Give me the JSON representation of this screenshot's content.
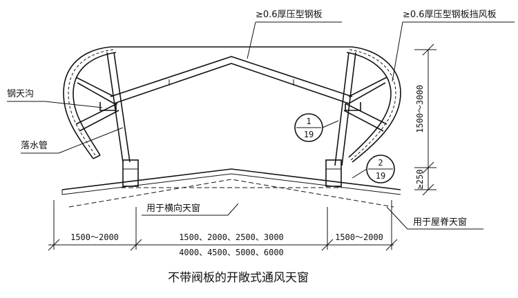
{
  "labels": {
    "top_plate": "≥0.6厚压型钢板",
    "wind_plate": "≥0.6厚压型钢板挡风板",
    "gutter": "钢天沟",
    "downpipe": "落水管",
    "lateral_window": "用于横向天窗",
    "ridge_window": "用于屋脊天窗"
  },
  "callouts": [
    {
      "num": "1",
      "den": "19"
    },
    {
      "num": "2",
      "den": "19"
    }
  ],
  "dimensions": {
    "vertical_main": "1500～3000",
    "vertical_small": "≥250",
    "left_span": "1500～2000",
    "right_span": "1500～2000",
    "center_span_line1": "1500、2000、2500、3000",
    "center_span_line2": "4000、4500、5000、6000"
  },
  "caption": "不带阀板的开敞式通风天窗"
}
